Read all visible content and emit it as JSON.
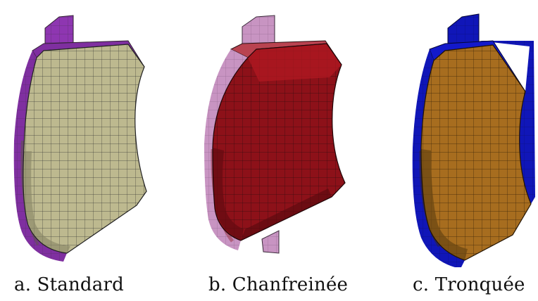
{
  "captions": {
    "standard": "a. Standard",
    "chamfered": "b. Chanfreinée",
    "truncated": "c. Tronquée"
  },
  "colors": {
    "standard_pad": "#bdb98f",
    "standard_plate": "#7f2fa0",
    "chamfered_pad": "#8d1119",
    "chamfered_plate": "#c894c2",
    "truncated_pad": "#a76d1f",
    "truncated_plate": "#1016b8",
    "mesh_line": "#222222"
  }
}
